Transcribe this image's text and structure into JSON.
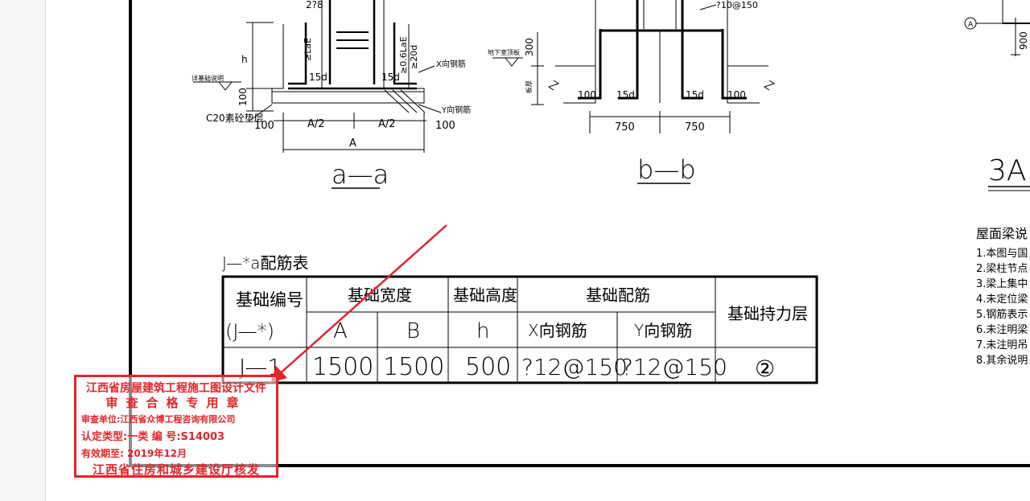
{
  "drawing": {
    "section_a_title": "a—a",
    "section_b_title": "b—b",
    "section_3a_title": "3A",
    "labels": {
      "two_q8": "2?8",
      "lae": "≥LaE",
      "h": "h",
      "zero6lae": "≥0.6LaE",
      "twenty_d": "≥20d",
      "x_rebar": "X向钢筋",
      "y_rebar": "Y向钢筋",
      "see_foundation": "详基础说明",
      "c20": "C20素砼垫层",
      "fifteen_d": "15d",
      "hundred": "100",
      "a_half": "A/2",
      "a": "A",
      "rebar_q10": "?10@150",
      "basement_floor": "地下室顶板",
      "three_hundred": "300",
      "side_label": "板厚",
      "seven_fifty": "750",
      "nine_hundred": "900",
      "circle_a": "A"
    }
  },
  "table": {
    "title": "J—*a配筋表",
    "headers": {
      "foundation_no": "基础编号",
      "foundation_no_sub": "(J—*)",
      "width": "基础宽度",
      "height": "基础高度",
      "reinforcement": "基础配筋",
      "bearing_layer": "基础持力层",
      "a": "A",
      "b": "B",
      "h": "h",
      "x_rebar": "X向钢筋",
      "y_rebar": "Y向钢筋"
    },
    "row": {
      "no": "J—1",
      "a": "1500",
      "b": "1500",
      "h": "500",
      "x_rebar": "?12@150",
      "y_rebar": "?12@150",
      "bearing": "②"
    }
  },
  "notes": {
    "title": "屋面梁说",
    "items": [
      "1.本图与国",
      "2.梁柱节点",
      "3.梁上集中",
      "4.未定位梁",
      "5.钢筋表示",
      "6.未注明梁",
      "7.未注明吊",
      "8.其余说明"
    ]
  },
  "stamp": {
    "line1": "江西省房屋建筑工程施工图设计文件",
    "line2": "审查合格专用章",
    "line3": "审查单位:江西省众博工程咨询有限公司",
    "line4_label": "认定类型:一类  编  号:",
    "line4_value": "S14003",
    "line5": "有效期至: 2019年12月",
    "line6": "江西省住房和城乡建设厅核发"
  },
  "colors": {
    "stamp_red": "#e3242b",
    "annotation_arrow": "#e3242b"
  }
}
